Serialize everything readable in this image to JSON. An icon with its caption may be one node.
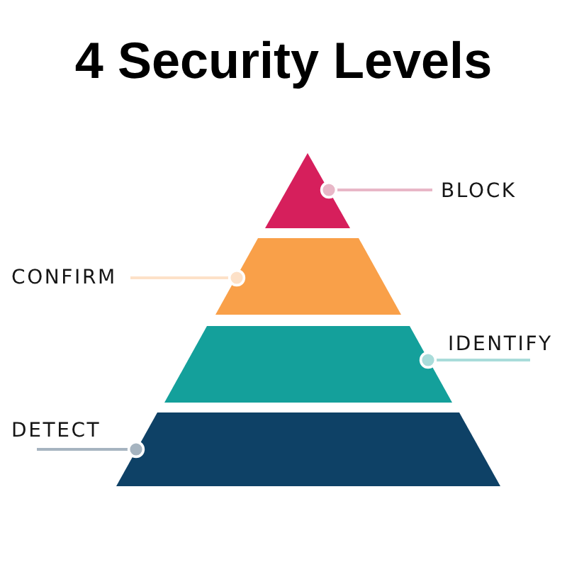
{
  "diagram": {
    "title": "4 Security Levels",
    "nodes": [
      {
        "text": [],
        "shape": "triangle"
      },
      {
        "text": [
          "BLOCK"
        ]
      },
      {
        "text": [],
        "shape": "trapezoid"
      },
      {
        "text": [
          "CONFIRM"
        ]
      },
      {
        "text": [],
        "shape": "trapezoid"
      },
      {
        "text": [
          "IDENTIFY"
        ]
      },
      {
        "text": [],
        "shape": "trapezoid"
      },
      {
        "text": [
          "DETECT"
        ]
      }
    ],
    "edges": [
      {
        "from": 1,
        "to": 0,
        "arrow": "other",
        "color": "#e8b7c7"
      },
      {
        "from": 3,
        "to": 2,
        "arrow": "other",
        "color": "#fde1c8"
      },
      {
        "from": 5,
        "to": 4,
        "arrow": "other",
        "color": "#a9dcda"
      },
      {
        "from": 7,
        "to": 6,
        "arrow": "other",
        "color": "#a6b4c0"
      }
    ]
  }
}
